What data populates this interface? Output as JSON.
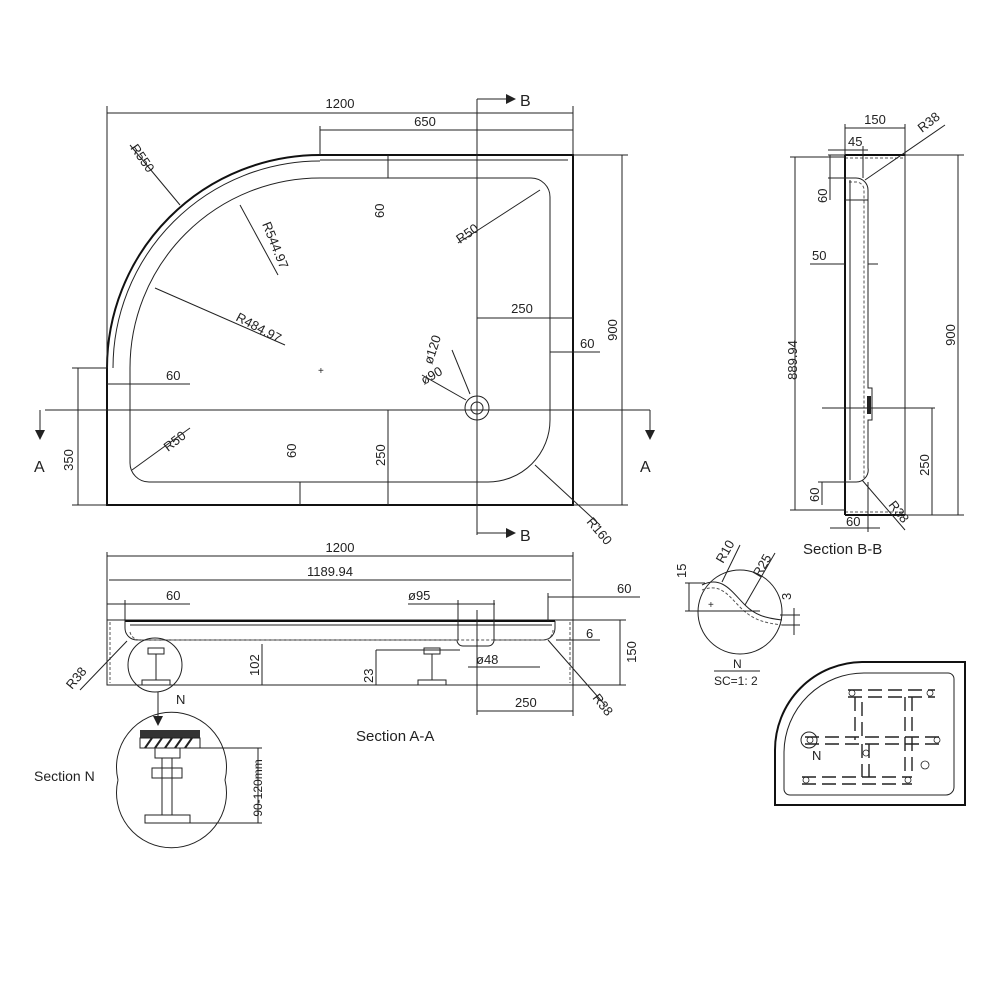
{
  "top_view": {
    "width_1200": "1200",
    "width_650": "650",
    "height_900": "900",
    "left_350": "350",
    "r550": "R550",
    "r544": "R544.97",
    "r484": "R484.97",
    "top_60": "60",
    "r50_tr": "R50",
    "right_250": "250",
    "right_60": "60",
    "d120": "ø120",
    "d90": "ø90",
    "left_60": "60",
    "r50_bl": "R50",
    "bottom_60": "60",
    "bottom_250": "250",
    "r160": "R160",
    "section_a_left": "A",
    "section_a_right": "A",
    "section_b_top": "B",
    "section_b_bottom": "B"
  },
  "section_bb": {
    "w150": "150",
    "r38_top": "R38",
    "w45": "45",
    "h60_top": "60",
    "w50": "50",
    "h889": "889.94",
    "h900": "900",
    "h250": "250",
    "h60_bottom": "60",
    "w60": "60",
    "r38_bottom": "R38",
    "title": "Section  B-B"
  },
  "section_aa": {
    "w1200": "1200",
    "w1189": "1189.94",
    "l60": "60",
    "d95": "ø95",
    "r60": "60",
    "t6": "6",
    "h150": "150",
    "r38_left": "R38",
    "h102": "102",
    "h23": "23",
    "d48": "ø48",
    "r38_right": "R38",
    "w250": "250",
    "detail_n": "N",
    "title": "Section   A-A"
  },
  "section_n": {
    "title": "Section  N",
    "height": "90-120mm"
  },
  "detail_n": {
    "h15": "15",
    "r10": "R10",
    "r25": "R25",
    "t3": "3",
    "label": "N",
    "scale": "SC=1: 2"
  },
  "bottom_view": {
    "detail_n": "N"
  }
}
